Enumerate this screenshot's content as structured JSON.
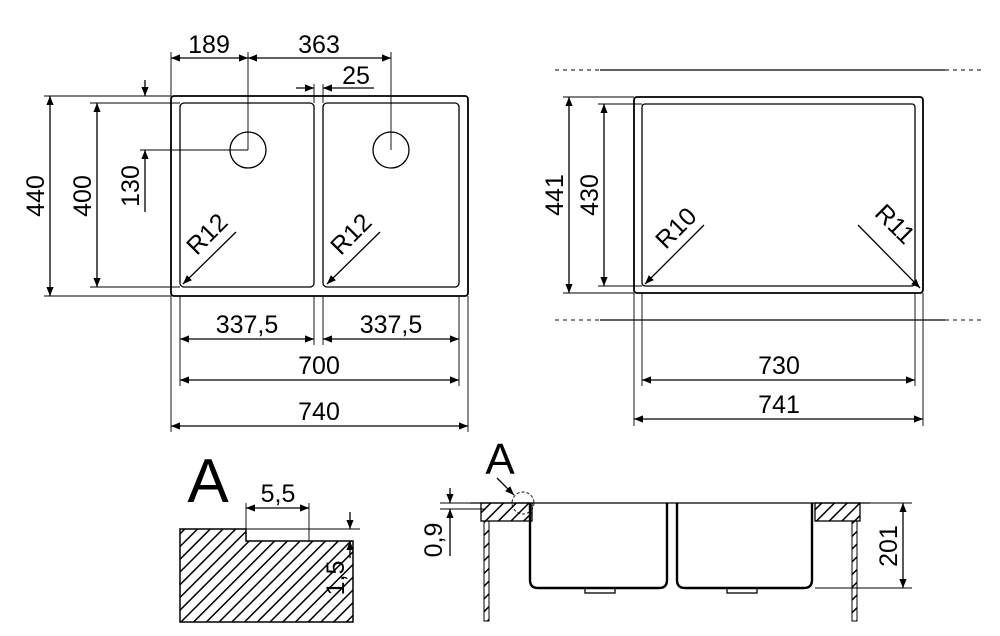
{
  "top_view": {
    "dim_189": "189",
    "dim_363": "363",
    "dim_25": "25",
    "dim_440": "440",
    "dim_400": "400",
    "dim_130": "130",
    "radius_left": "R12",
    "radius_right": "R12",
    "dim_337_left": "337,5",
    "dim_337_right": "337,5",
    "dim_700": "700",
    "dim_740": "740"
  },
  "cutout_view": {
    "dim_441": "441",
    "dim_430": "430",
    "radius_left": "R10",
    "radius_right": "R11",
    "dim_730": "730",
    "dim_741": "741"
  },
  "detail_view": {
    "label": "A",
    "dim_5_5": "5,5",
    "dim_1_5": "1,5"
  },
  "section_view": {
    "label": "A",
    "dim_0_9": "0,9",
    "dim_201": "201"
  }
}
